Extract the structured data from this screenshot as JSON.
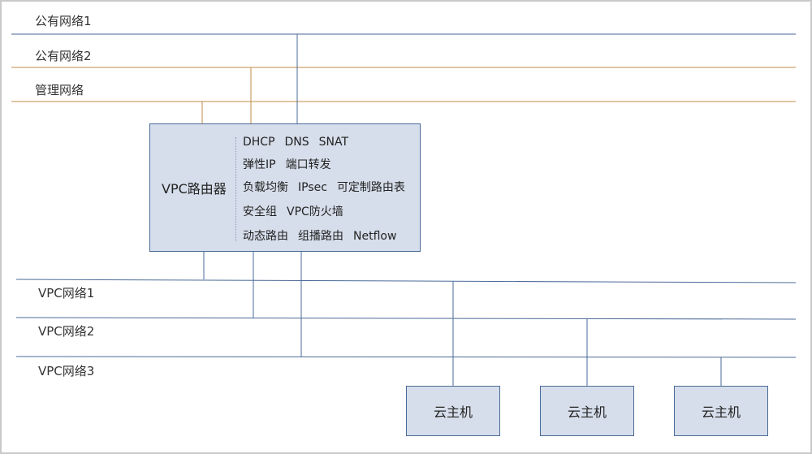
{
  "networks": {
    "public1": "公有网络1",
    "public2": "公有网络2",
    "management": "管理网络",
    "vpc1": "VPC网络1",
    "vpc2": "VPC网络2",
    "vpc3": "VPC网络3"
  },
  "router": {
    "name": "VPC路由器",
    "features": [
      [
        "DHCP",
        "DNS",
        "SNAT"
      ],
      [
        "弹性IP",
        "端口转发"
      ],
      [
        "负载均衡",
        "IPsec",
        "可定制路由表"
      ],
      [
        "安全组",
        "VPC防火墙"
      ],
      [
        "动态路由",
        "组播路由",
        "Netflow"
      ]
    ]
  },
  "hosts": [
    "云主机",
    "云主机",
    "云主机"
  ],
  "colors": {
    "public_line": "#4a6a98",
    "management_line": "#c08b4a",
    "vpc_line": "#4a6a98",
    "box_fill": "#d6deeb",
    "box_border": "#4a6a98"
  }
}
